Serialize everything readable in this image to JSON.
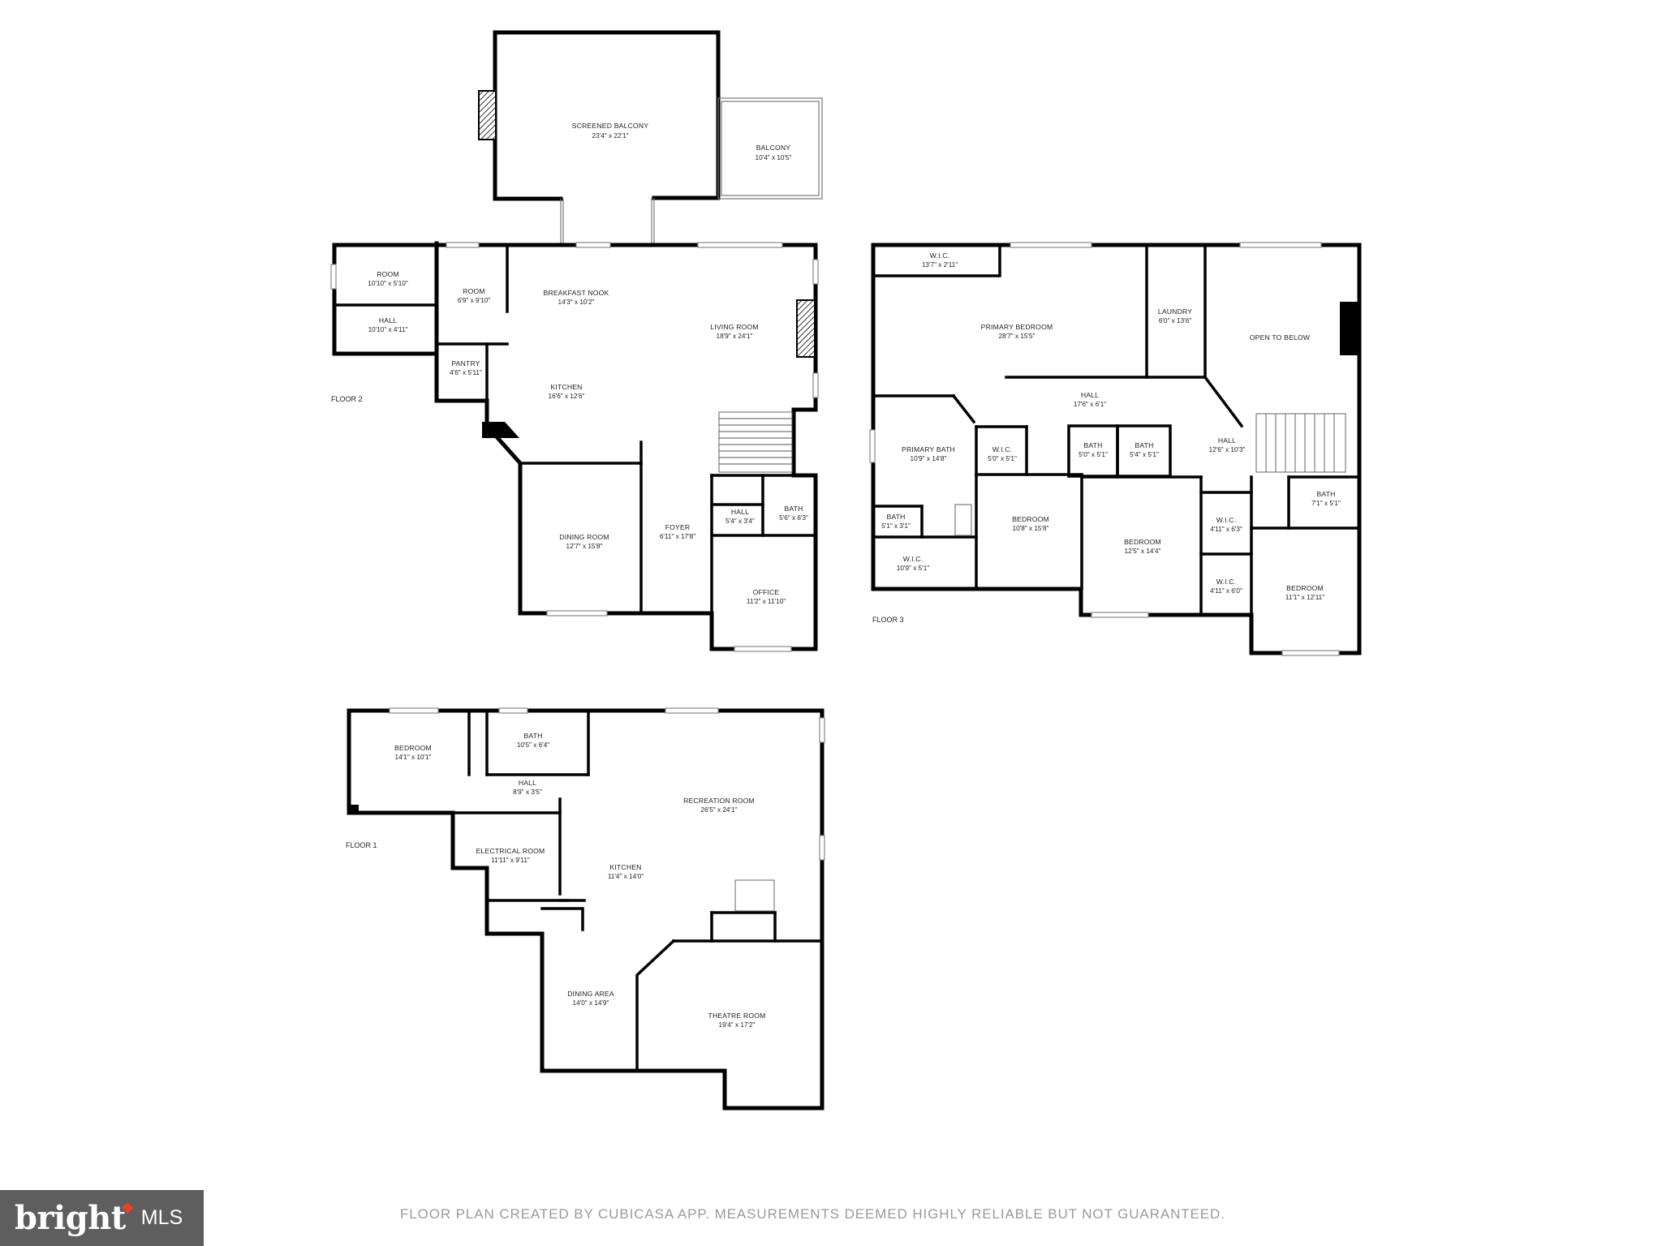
{
  "floors": {
    "floor2": {
      "label": "FLOOR 2",
      "rooms": [
        {
          "name": "SCREENED BALCONY",
          "dim": "23'4\" x 22'1\""
        },
        {
          "name": "BALCONY",
          "dim": "10'4\" x 10'5\""
        },
        {
          "name": "ROOM",
          "dim": "10'10\" x 5'10\""
        },
        {
          "name": "HALL",
          "dim": "10'10\" x 4'11\""
        },
        {
          "name": "ROOM",
          "dim": "6'9\" x 9'10\""
        },
        {
          "name": "PANTRY",
          "dim": "4'6\" x 5'11\""
        },
        {
          "name": "BREAKFAST NOOK",
          "dim": "14'3\" x 10'2\""
        },
        {
          "name": "LIVING ROOM",
          "dim": "18'9\" x 24'1\""
        },
        {
          "name": "KITCHEN",
          "dim": "16'6\" x 12'6\""
        },
        {
          "name": "DINING ROOM",
          "dim": "12'7\" x 15'8\""
        },
        {
          "name": "FOYER",
          "dim": "6'11\" x 17'8\""
        },
        {
          "name": "HALL",
          "dim": "5'4\" x 3'4\""
        },
        {
          "name": "BATH",
          "dim": "5'6\" x 6'3\""
        },
        {
          "name": "OFFICE",
          "dim": "11'2\" x 11'10\""
        }
      ]
    },
    "floor3": {
      "label": "FLOOR 3",
      "rooms": [
        {
          "name": "W.I.C.",
          "dim": "13'7\" x 2'11\""
        },
        {
          "name": "PRIMARY BEDROOM",
          "dim": "28'7\" x 15'5\""
        },
        {
          "name": "LAUNDRY",
          "dim": "6'0\" x 13'6\""
        },
        {
          "name": "OPEN TO BELOW",
          "dim": ""
        },
        {
          "name": "HALL",
          "dim": "17'6\" x 6'1\""
        },
        {
          "name": "PRIMARY BATH",
          "dim": "10'9\" x 14'8\""
        },
        {
          "name": "W.I.C.",
          "dim": "5'0\" x 5'1\""
        },
        {
          "name": "BATH",
          "dim": "5'0\" x 5'1\""
        },
        {
          "name": "BATH",
          "dim": "5'4\" x 5'1\""
        },
        {
          "name": "HALL",
          "dim": "12'6\" x 10'3\""
        },
        {
          "name": "BATH",
          "dim": "7'1\" x 5'1\""
        },
        {
          "name": "BATH",
          "dim": "5'1\" x 3'1\""
        },
        {
          "name": "BEDROOM",
          "dim": "10'8\" x 15'8\""
        },
        {
          "name": "BEDROOM",
          "dim": "12'5\" x 14'4\""
        },
        {
          "name": "W.I.C.",
          "dim": "4'11\" x 6'3\""
        },
        {
          "name": "W.I.C.",
          "dim": "10'9\" x 5'1\""
        },
        {
          "name": "W.I.C.",
          "dim": "4'11\" x 6'0\""
        },
        {
          "name": "BEDROOM",
          "dim": "11'1\" x 12'11\""
        }
      ]
    },
    "floor1": {
      "label": "FLOOR 1",
      "rooms": [
        {
          "name": "BEDROOM",
          "dim": "14'1\" x 10'1\""
        },
        {
          "name": "BATH",
          "dim": "10'5\" x 6'4\""
        },
        {
          "name": "HALL",
          "dim": "8'9\" x 3'5\""
        },
        {
          "name": "RECREATION ROOM",
          "dim": "26'5\" x 24'1\""
        },
        {
          "name": "ELECTRICAL ROOM",
          "dim": "11'11\" x 9'11\""
        },
        {
          "name": "KITCHEN",
          "dim": "11'4\" x 14'0\""
        },
        {
          "name": "DINING AREA",
          "dim": "14'0\" x 14'9\""
        },
        {
          "name": "THEATRE ROOM",
          "dim": "19'4\" x 17'2\""
        }
      ]
    }
  },
  "footer": {
    "disclaimer": "FLOOR PLAN CREATED BY CUBICASA APP. MEASUREMENTS DEEMED HIGHLY RELIABLE BUT NOT GUARANTEED.",
    "logo_word": "bright",
    "logo_suffix": "MLS",
    "logo_accent": "#e8412b",
    "logo_bg": "#5e5e5e"
  }
}
